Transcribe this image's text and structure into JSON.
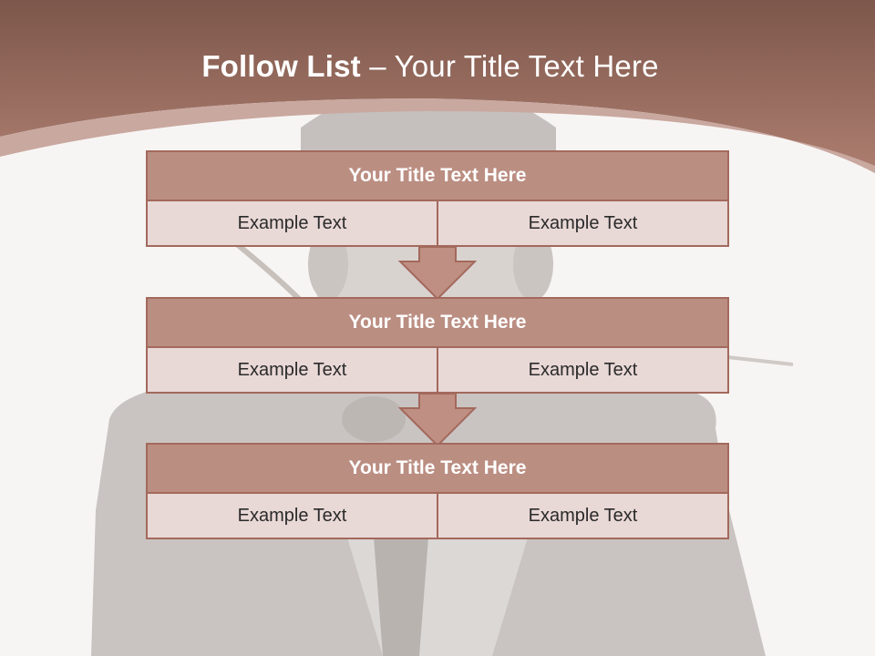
{
  "title": {
    "bold": "Follow List",
    "rest": "– Your Title Text Here"
  },
  "colors": {
    "header_band": "#a47163",
    "block_header": "#bb8e82",
    "block_border": "#a3695c",
    "cell_fill": "#e8d8d6",
    "arrow_fill": "#bf8f83"
  },
  "blocks": [
    {
      "title": "Your Title Text Here",
      "items": [
        "Example Text",
        "Example Text"
      ]
    },
    {
      "title": "Your Title Text Here",
      "items": [
        "Example Text",
        "Example Text"
      ]
    },
    {
      "title": "Your Title Text Here",
      "items": [
        "Example Text",
        "Example Text"
      ]
    }
  ],
  "connectors": [
    "down-arrow",
    "down-arrow"
  ]
}
